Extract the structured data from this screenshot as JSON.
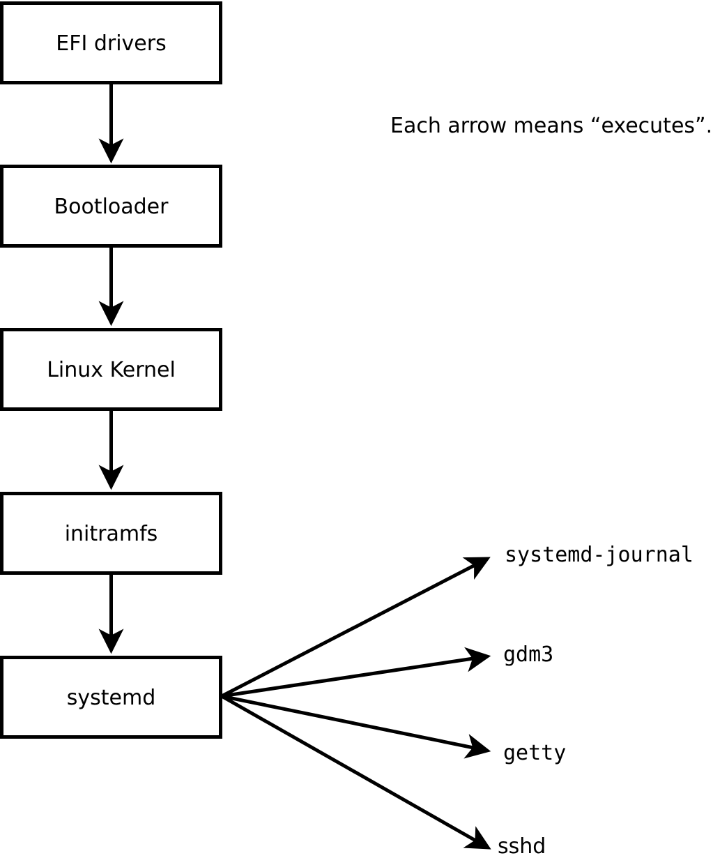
{
  "diagram": {
    "caption": "Each arrow means “executes”.",
    "chain": [
      {
        "label": "EFI drivers"
      },
      {
        "label": "Bootloader"
      },
      {
        "label": "Linux Kernel"
      },
      {
        "label": "initramfs"
      },
      {
        "label": "systemd"
      }
    ],
    "children": [
      {
        "label": "systemd-journal"
      },
      {
        "label": "gdm3"
      },
      {
        "label": "getty"
      },
      {
        "label": "sshd"
      }
    ],
    "colors": {
      "ink": "#000000",
      "background": "#ffffff",
      "box_fill": "#ffffff"
    }
  }
}
